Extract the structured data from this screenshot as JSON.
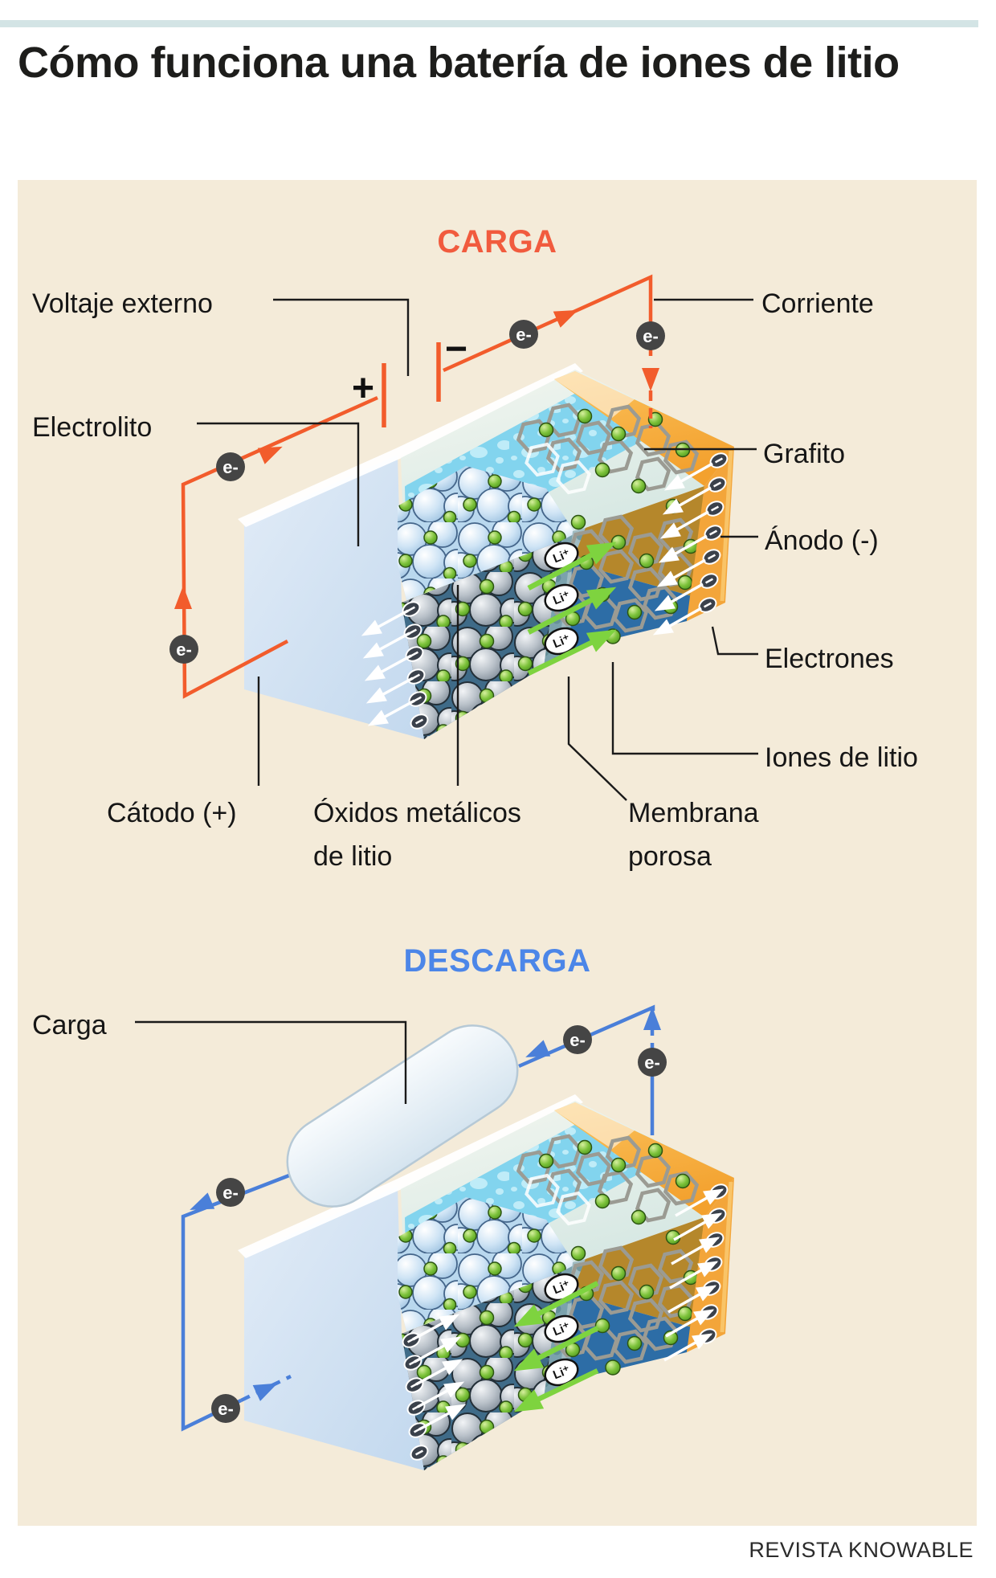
{
  "page": {
    "title": "Cómo funciona una batería de iones de litio",
    "footer": "REVISTA KNOWABLE"
  },
  "colors": {
    "accent_orange": "#f15b3e",
    "accent_blue": "#4c86e8",
    "panel_beige": "#f4ebd9",
    "topbar_teal": "#d3e4e5",
    "wire_orange": "#f25c2c",
    "wire_blue": "#4a7fd9"
  },
  "charge": {
    "heading": "CARGA",
    "battery_plus": "+",
    "battery_minus": "−",
    "labels": {
      "external_voltage": "Voltaje externo",
      "current": "Corriente",
      "electrolyte": "Electrolito",
      "graphite": "Grafito",
      "anode": "Ánodo (-)",
      "electrons": "Electrones",
      "lithium_ions": "Iones de litio",
      "cathode": "Cátodo (+)",
      "lithium_metal_oxides_line1": "Óxidos metálicos",
      "lithium_metal_oxides_line2": "de litio",
      "porous_membrane_line1": "Membrana",
      "porous_membrane_line2": "porosa"
    }
  },
  "discharge": {
    "heading": "DESCARGA",
    "labels": {
      "load": "Carga"
    }
  },
  "symbols": {
    "electron": "e-",
    "lithium_ion": "Li⁺"
  }
}
